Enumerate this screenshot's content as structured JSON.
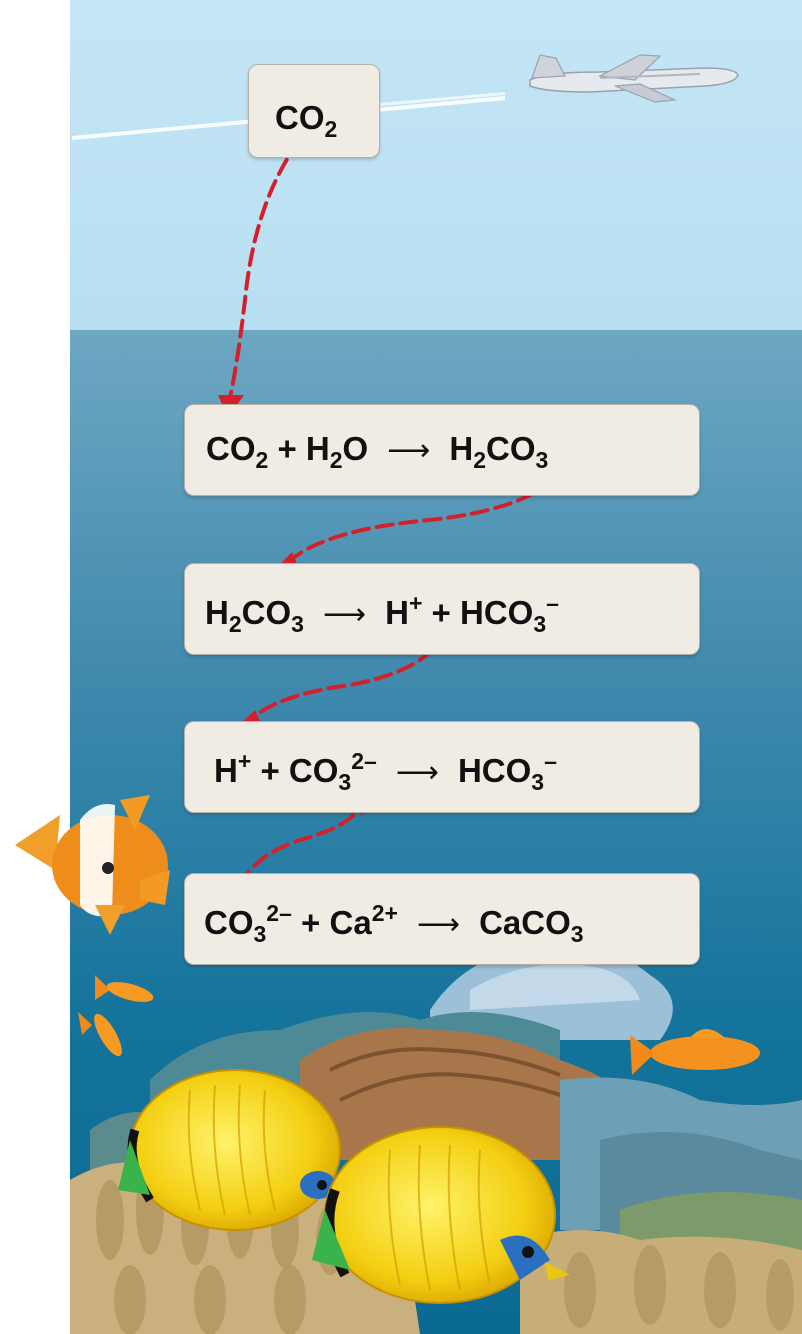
{
  "atmosphere_label": {
    "main": "CO",
    "sub": "2"
  },
  "reactions": [
    {
      "id": "r1",
      "parts": [
        {
          "text": "CO"
        },
        {
          "sub": "2"
        },
        {
          "text": " + H"
        },
        {
          "sub": "2"
        },
        {
          "text": "O"
        },
        {
          "arrow": "⟶"
        },
        {
          "text": "H"
        },
        {
          "sub": "2"
        },
        {
          "text": "CO"
        },
        {
          "sub": "3"
        }
      ]
    },
    {
      "id": "r2",
      "parts": [
        {
          "text": "H"
        },
        {
          "sub": "2"
        },
        {
          "text": "CO"
        },
        {
          "sub": "3"
        },
        {
          "arrow": "⟶"
        },
        {
          "text": "H"
        },
        {
          "sup": "+"
        },
        {
          "text": "  + HCO"
        },
        {
          "sub": "3"
        },
        {
          "sup": "–"
        }
      ]
    },
    {
      "id": "r3",
      "parts": [
        {
          "text": "H"
        },
        {
          "sup": "+"
        },
        {
          "text": "  + CO"
        },
        {
          "sub": "3"
        },
        {
          "sup": "2–"
        },
        {
          "arrow": "⟶"
        },
        {
          "text": "HCO"
        },
        {
          "sub": "3"
        },
        {
          "sup": "–"
        }
      ]
    },
    {
      "id": "r4",
      "parts": [
        {
          "text": "CO"
        },
        {
          "sub": "3"
        },
        {
          "sup": "2–"
        },
        {
          "text": " +  Ca"
        },
        {
          "sup": "2+"
        },
        {
          "arrow": "⟶"
        },
        {
          "text": "CaCO"
        },
        {
          "sub": "3"
        }
      ]
    }
  ],
  "colors": {
    "sky": "#bfe3f3",
    "sea_top": "#6aa4c0",
    "sea_bottom": "#0f6f98",
    "box": "#f0ece4",
    "arrow": "#d4202a"
  }
}
